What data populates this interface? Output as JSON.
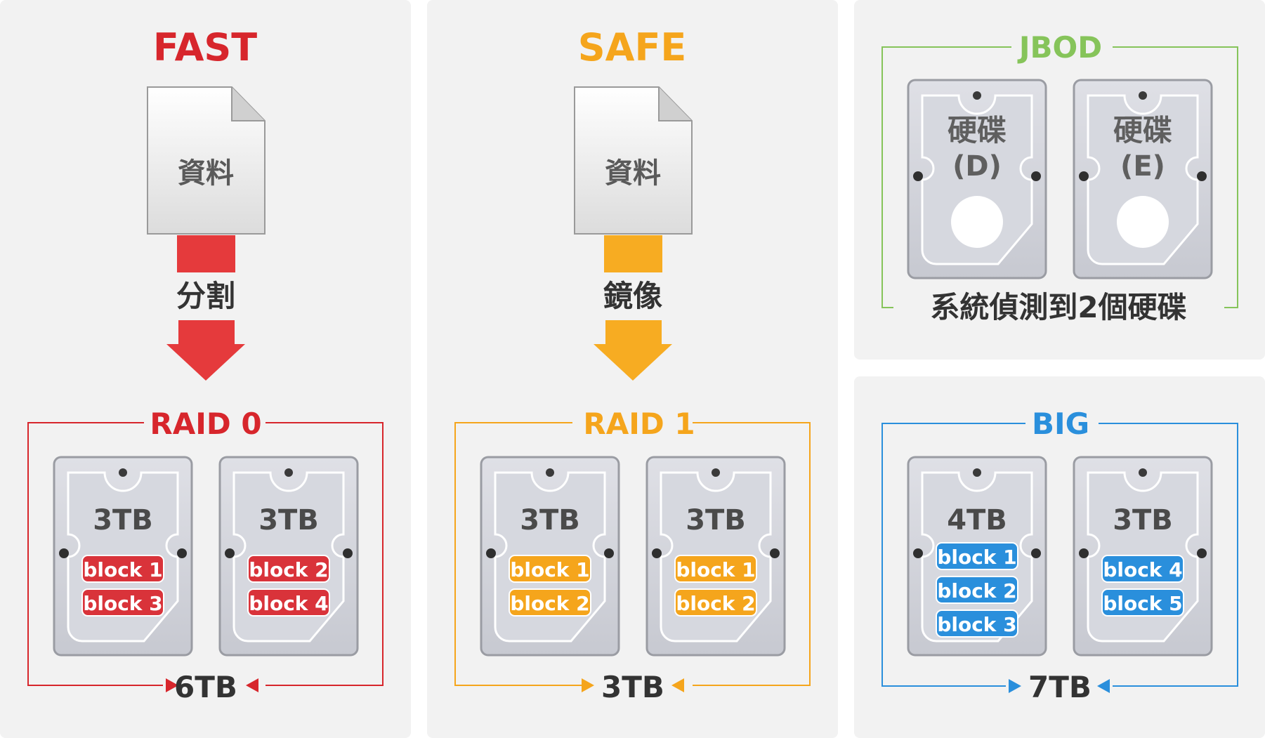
{
  "colors": {
    "panel": "#f2f2f2",
    "red": "#d7262c",
    "orange": "#f5a51c",
    "green": "#86c45a",
    "blue": "#2a8fdc",
    "dark": "#333333",
    "gray_text": "#5a5a5a",
    "disk_fill": "#d2d4dc",
    "disk_edge": "#9a9ca3"
  },
  "raid0": {
    "heading": "FAST",
    "document_label": "資料",
    "action_label": "分割",
    "group_title": "RAID 0",
    "disks": [
      {
        "capacity": "3TB",
        "blocks": [
          "block 1",
          "block 3"
        ]
      },
      {
        "capacity": "3TB",
        "blocks": [
          "block 2",
          "block 4"
        ]
      }
    ],
    "total": "6TB"
  },
  "raid1": {
    "heading": "SAFE",
    "document_label": "資料",
    "action_label": "鏡像",
    "group_title": "RAID 1",
    "disks": [
      {
        "capacity": "3TB",
        "blocks": [
          "block 1",
          "block 2"
        ]
      },
      {
        "capacity": "3TB",
        "blocks": [
          "block 1",
          "block 2"
        ]
      }
    ],
    "total": "3TB"
  },
  "jbod": {
    "group_title": "JBOD",
    "disks": [
      {
        "line1": "硬碟",
        "line2": "(D)"
      },
      {
        "line1": "硬碟",
        "line2": "(E)"
      }
    ],
    "caption": "系統偵測到2個硬碟"
  },
  "big": {
    "group_title": "BIG",
    "disks": [
      {
        "capacity": "4TB",
        "blocks": [
          "block 1",
          "block 2",
          "block 3"
        ]
      },
      {
        "capacity": "3TB",
        "blocks": [
          "block 4",
          "block 5"
        ]
      }
    ],
    "total": "7TB"
  }
}
